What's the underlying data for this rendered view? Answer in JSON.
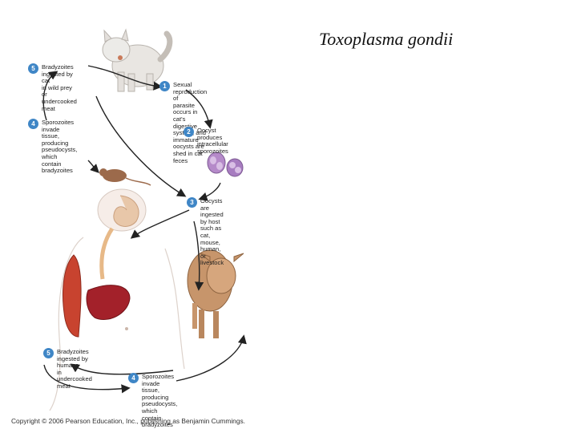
{
  "title": "Toxoplasma gondii",
  "steps": [
    {
      "num": "5",
      "text": "Bradyzoites\ningested by cat\nin wild prey or\nundercooked\nmeat"
    },
    {
      "num": "1",
      "text": "Sexual reproduction of\nparasite occurs in cat's\ndigestive system, and immature\noocysts are shed in cat feces"
    },
    {
      "num": "4",
      "text": "Sporozoites invade\ntissue, producing\npseudocysts,\nwhich contain\nbradyzoites"
    },
    {
      "num": "2",
      "text": "Oocyst produces\nintracellular sporozoites"
    },
    {
      "num": "3",
      "text": "Oocysts are ingested\nby host such as cat,\nmouse, human, or\nlivestock"
    },
    {
      "num": "5",
      "text": "Bradyzoites\ningested by humans\nin undercooked meat"
    },
    {
      "num": "4",
      "text": "Sporozoites invade\ntissue, producing\npseudocysts,\nwhich contain\nbradyzoites"
    }
  ],
  "copyright": "Copyright © 2006 Pearson Education, Inc., publishing as Benjamin Cummings.",
  "colors": {
    "badge": "#3f86c6",
    "muscle": "#c8432f",
    "liver": "#a3212a",
    "cow": "#c7956b",
    "oocyst": "#a77cc0"
  }
}
